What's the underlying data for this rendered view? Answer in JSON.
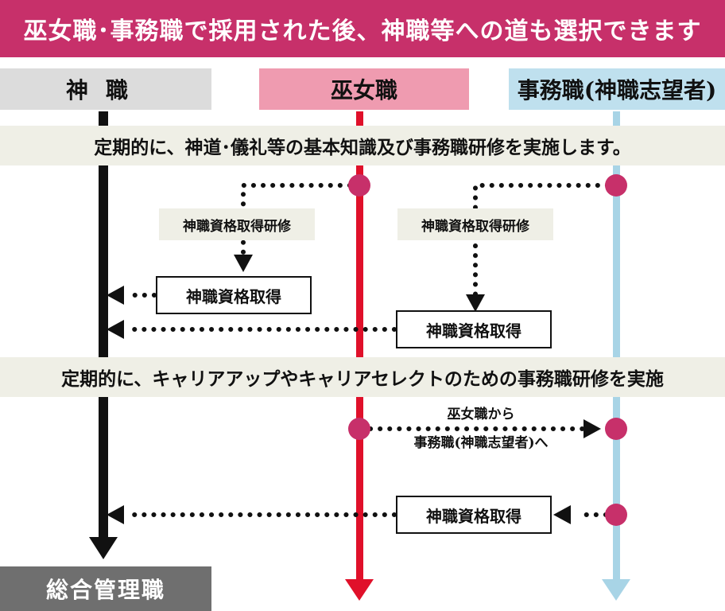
{
  "title": "巫女職･事務職で採用された後、神職等への道も選択できます",
  "columns": {
    "shinshoku": "神職",
    "miko": "巫女職",
    "jimu": "事務職(神職志望者)"
  },
  "bands": {
    "first": "定期的に、神道･儀礼等の基本知識及び事務職研修を実施します。",
    "second": "定期的に、キャリアアップやキャリアセレクトのための事務職研修を実施"
  },
  "labels": {
    "training_left": "神職資格取得研修",
    "training_right": "神職資格取得研修",
    "acquire_1": "神職資格取得",
    "acquire_2": "神職資格取得",
    "acquire_3": "神職資格取得",
    "transfer_line1": "巫女職から",
    "transfer_line2": "事務職(神職志望者)へ"
  },
  "footer": "総合管理職",
  "colors": {
    "title_bg": "#c7306a",
    "shinshoku_line": "#111111",
    "miko_line": "#e0102a",
    "jimu_line": "#a8d4e6",
    "node": "#c7306a"
  }
}
